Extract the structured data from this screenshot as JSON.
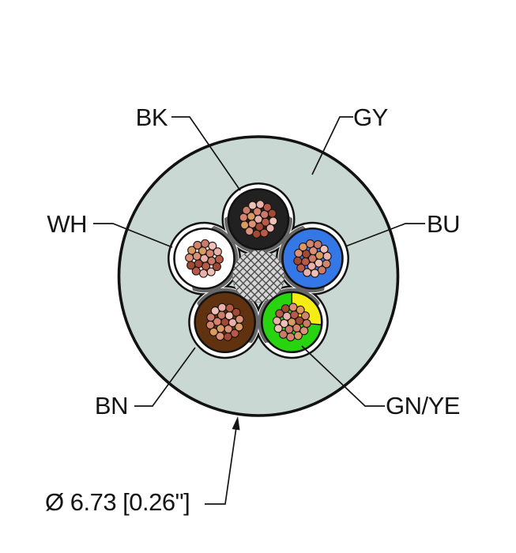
{
  "figure": {
    "kind": "cable-cross-section",
    "diameter_label": "Ø 6.73 [0.26\"]"
  },
  "labels": {
    "bk": "BK",
    "gy": "GY",
    "wh": "WH",
    "bu": "BU",
    "bn": "BN",
    "gnye": "GN/YE",
    "diameter": "Ø 6.73 [0.26\"]"
  },
  "cable": {
    "jacket_code": "GY",
    "jacket_color": "#cad8d3",
    "outline_color": "#121212",
    "leader_color": "#141414",
    "wrap_color": "#ffffff",
    "interstice_color": "#676767",
    "filler_color": "#d6d6d6",
    "filler_hatch_color": "#4d4d4d",
    "strand_outline": "#1c1410",
    "strand_palette": [
      "#e8b1a9",
      "#db9177",
      "#c97c6c",
      "#b75a49",
      "#d99b62",
      "#eec1b8",
      "#a24936",
      "#d4846e"
    ],
    "conductors": [
      {
        "code": "BK",
        "color": "#212121"
      },
      {
        "code": "BU",
        "color": "#3478e8"
      },
      {
        "code": "GN/YE",
        "color": "#28d410",
        "stripe_color": "#f5ec16"
      },
      {
        "code": "BN",
        "color": "#61320f"
      },
      {
        "code": "WH",
        "color": "#ffffff"
      }
    ]
  }
}
